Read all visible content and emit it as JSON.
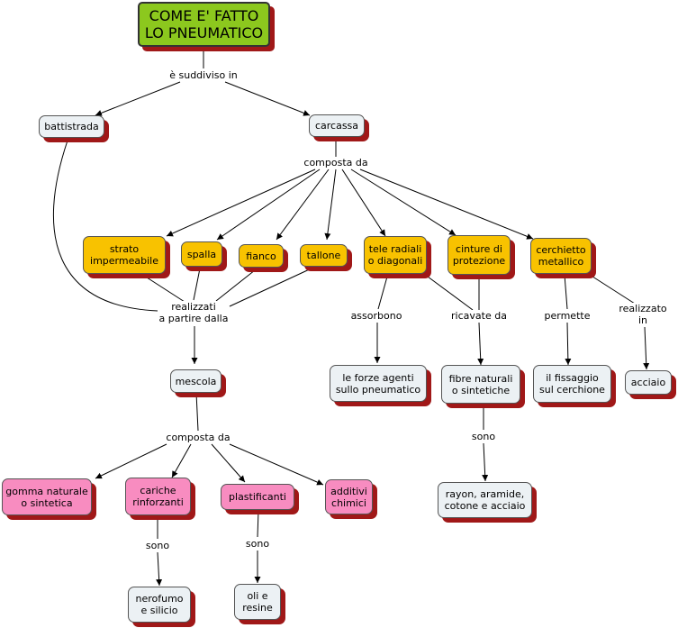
{
  "nodes": {
    "root": "COME E' FATTO\nLO PNEUMATICO",
    "battistrada": "battistrada",
    "carcassa": "carcassa",
    "strato": "strato\nimpermeabile",
    "spalla": "spalla",
    "fianco": "fianco",
    "tallone": "tallone",
    "tele": "tele radiali\no diagonali",
    "cinture": "cinture di\nprotezione",
    "cerchietto": "cerchietto\nmetallico",
    "mescola": "mescola",
    "forze": "le forze agenti\nsullo pneumatico",
    "fibre": "fibre naturali\no sintetiche",
    "fissaggio": "il fissaggio\nsul cerchione",
    "acciaio": "acciaio",
    "gomma": "gomma naturale\no sintetica",
    "cariche": "cariche\nrinforzanti",
    "plastificanti": "plastificanti",
    "additivi": "additivi\nchimici",
    "rayon": "rayon, aramide,\ncotone e acciaio",
    "nerofumo": "nerofumo\ne silicio",
    "oli": "oli e\nresine"
  },
  "links": {
    "suddiviso": "è suddiviso in",
    "composta1": "composta da",
    "realizzati": "realizzati\na partire dalla",
    "assorbono": "assorbono",
    "ricavate": "ricavate da",
    "permette": "permette",
    "realizzato_in": "realizzato\nin",
    "composta2": "composta da",
    "sono1": "sono",
    "sono2": "sono",
    "sono3": "sono"
  },
  "colors": {
    "root": "#8cc81e",
    "orange": "#f8c200",
    "pink": "#f88cc0",
    "grey": "#ecf1f4",
    "shadow": "#a01818"
  }
}
